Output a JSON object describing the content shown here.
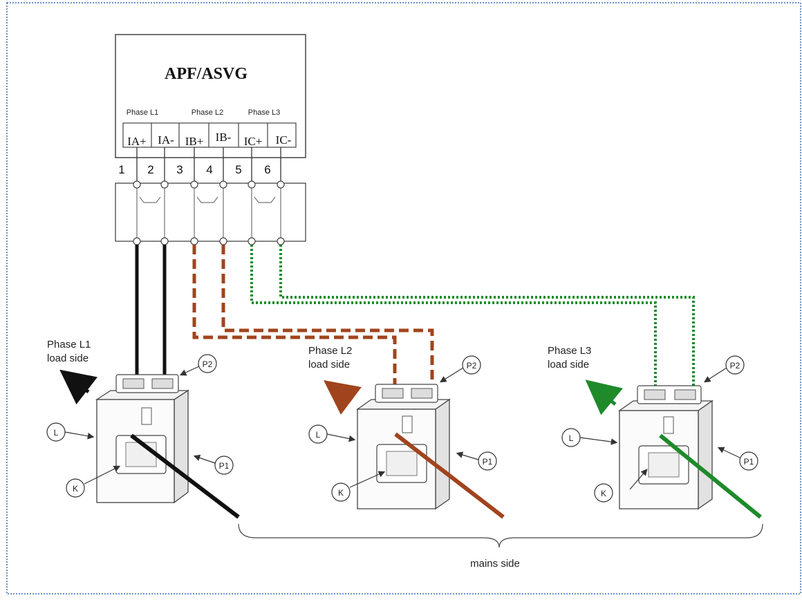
{
  "device": {
    "title": "APF/ASVG",
    "phase_headers": [
      "Phase L1",
      "Phase L2",
      "Phase L3"
    ],
    "terminals": [
      "IA+",
      "IA-",
      "IB+",
      "IB-",
      "IC+",
      "IC-"
    ],
    "terminal_numbers": [
      "1",
      "2",
      "3",
      "4",
      "5",
      "6"
    ]
  },
  "transformers": [
    {
      "phase_label_line1": "Phase L1",
      "phase_label_line2": "load side",
      "color": "#111111",
      "line_style": "solid",
      "labels": {
        "p2": "P2",
        "p1": "P1",
        "l": "L",
        "k": "K"
      }
    },
    {
      "phase_label_line1": "Phase L2",
      "phase_label_line2": "load side",
      "color": "#a0441d",
      "line_style": "dashed",
      "labels": {
        "p2": "P2",
        "p1": "P1",
        "l": "L",
        "k": "K"
      }
    },
    {
      "phase_label_line1": "Phase L3",
      "phase_label_line2": "load side",
      "color": "#1e8a2a",
      "line_style": "dotted",
      "labels": {
        "p2": "P2",
        "p1": "P1",
        "l": "L",
        "k": "K"
      }
    }
  ],
  "mains_label": "mains side",
  "border_color": "#3a6fb5"
}
